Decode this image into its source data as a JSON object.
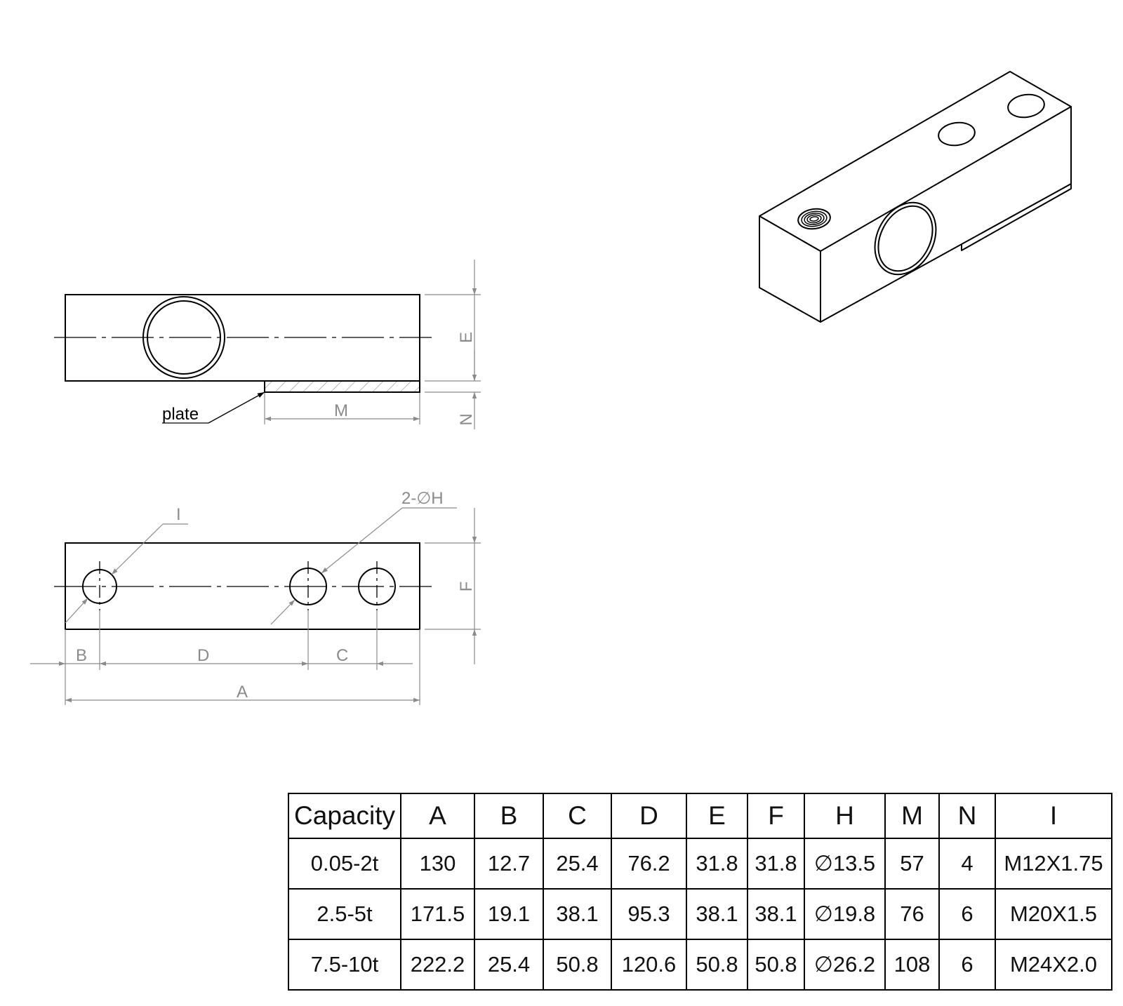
{
  "labels": {
    "plate": "plate",
    "dim_A": "A",
    "dim_B": "B",
    "dim_C": "C",
    "dim_D": "D",
    "dim_E": "E",
    "dim_F": "F",
    "dim_M": "M",
    "dim_N": "N",
    "dim_I": "I",
    "dim_2H": "2-∅H"
  },
  "table": {
    "headers": [
      "Capacity",
      "A",
      "B",
      "C",
      "D",
      "E",
      "F",
      "H",
      "M",
      "N",
      "I"
    ],
    "rows": [
      [
        "0.05-2t",
        "130",
        "12.7",
        "25.4",
        "76.2",
        "31.8",
        "31.8",
        "∅13.5",
        "57",
        "4",
        "M12X1.75"
      ],
      [
        "2.5-5t",
        "171.5",
        "19.1",
        "38.1",
        "95.3",
        "38.1",
        "38.1",
        "∅19.8",
        "76",
        "6",
        "M20X1.5"
      ],
      [
        "7.5-10t",
        "222.2",
        "25.4",
        "50.8",
        "120.6",
        "50.8",
        "50.8",
        "∅26.2",
        "108",
        "6",
        "M24X2.0"
      ]
    ]
  }
}
